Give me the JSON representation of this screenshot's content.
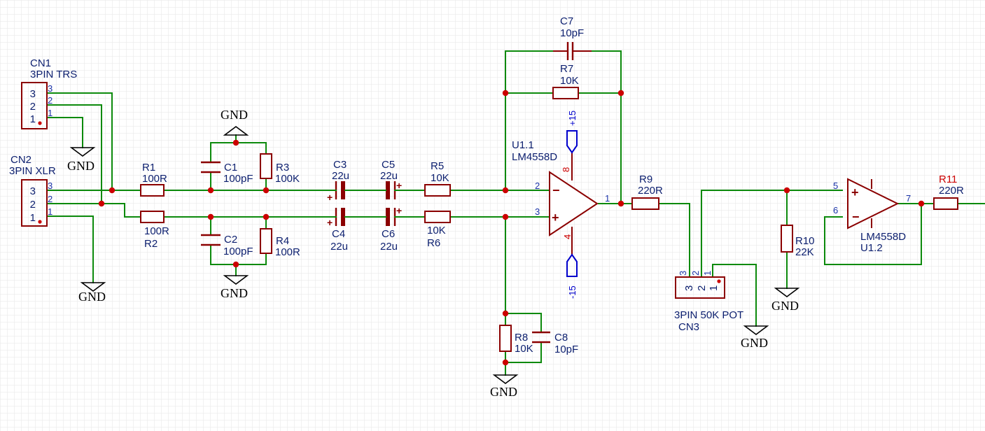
{
  "connectors": {
    "cn1": {
      "ref": "CN1",
      "value": "3PIN TRS",
      "pins": [
        "3",
        "2",
        "1"
      ]
    },
    "cn2": {
      "ref": "CN2",
      "value": "3PIN XLR",
      "pins": [
        "3",
        "2",
        "1"
      ]
    },
    "cn3": {
      "ref": "CN3",
      "value": "3PIN 50K POT",
      "pins": [
        "3",
        "2",
        "1"
      ]
    }
  },
  "resistors": {
    "r1": {
      "ref": "R1",
      "value": "100R"
    },
    "r2": {
      "ref": "R2",
      "value": "100R"
    },
    "r3": {
      "ref": "R3",
      "value": "100K"
    },
    "r4": {
      "ref": "R4",
      "value": "100R"
    },
    "r5": {
      "ref": "R5",
      "value": "10K"
    },
    "r6": {
      "ref": "R6",
      "value": "10K"
    },
    "r7": {
      "ref": "R7",
      "value": "10K"
    },
    "r8": {
      "ref": "R8",
      "value": "10K"
    },
    "r9": {
      "ref": "R9",
      "value": "220R"
    },
    "r10": {
      "ref": "R10",
      "value": "22K"
    },
    "r11": {
      "ref": "R11",
      "value": "220R"
    }
  },
  "capacitors": {
    "c1": {
      "ref": "C1",
      "value": "100pF"
    },
    "c2": {
      "ref": "C2",
      "value": "100pF"
    },
    "c3": {
      "ref": "C3",
      "value": "22u"
    },
    "c4": {
      "ref": "C4",
      "value": "22u"
    },
    "c5": {
      "ref": "C5",
      "value": "22u"
    },
    "c6": {
      "ref": "C6",
      "value": "22u"
    },
    "c7": {
      "ref": "C7",
      "value": "10pF"
    },
    "c8": {
      "ref": "C8",
      "value": "10pF"
    }
  },
  "opamps": {
    "u11": {
      "ref": "U1.1",
      "value": "LM4558D",
      "pin_inv": "2",
      "pin_noninv": "3",
      "pin_out": "1",
      "pin_vpos": "8",
      "pin_vneg": "4"
    },
    "u12": {
      "ref": "U1.2",
      "value": "LM4558D",
      "pin_noninv": "5",
      "pin_inv": "6",
      "pin_out": "7"
    }
  },
  "power": {
    "vpos": "+15",
    "vneg": "-15"
  },
  "ground_label": "GND",
  "symbols": {
    "minus": "−",
    "plus": "+"
  },
  "colors": {
    "wire": "#0c8a0c",
    "part": "#8b0000",
    "junction": "#cc0000",
    "net_label": "#0000cc",
    "grid": "#e6e6e6"
  }
}
